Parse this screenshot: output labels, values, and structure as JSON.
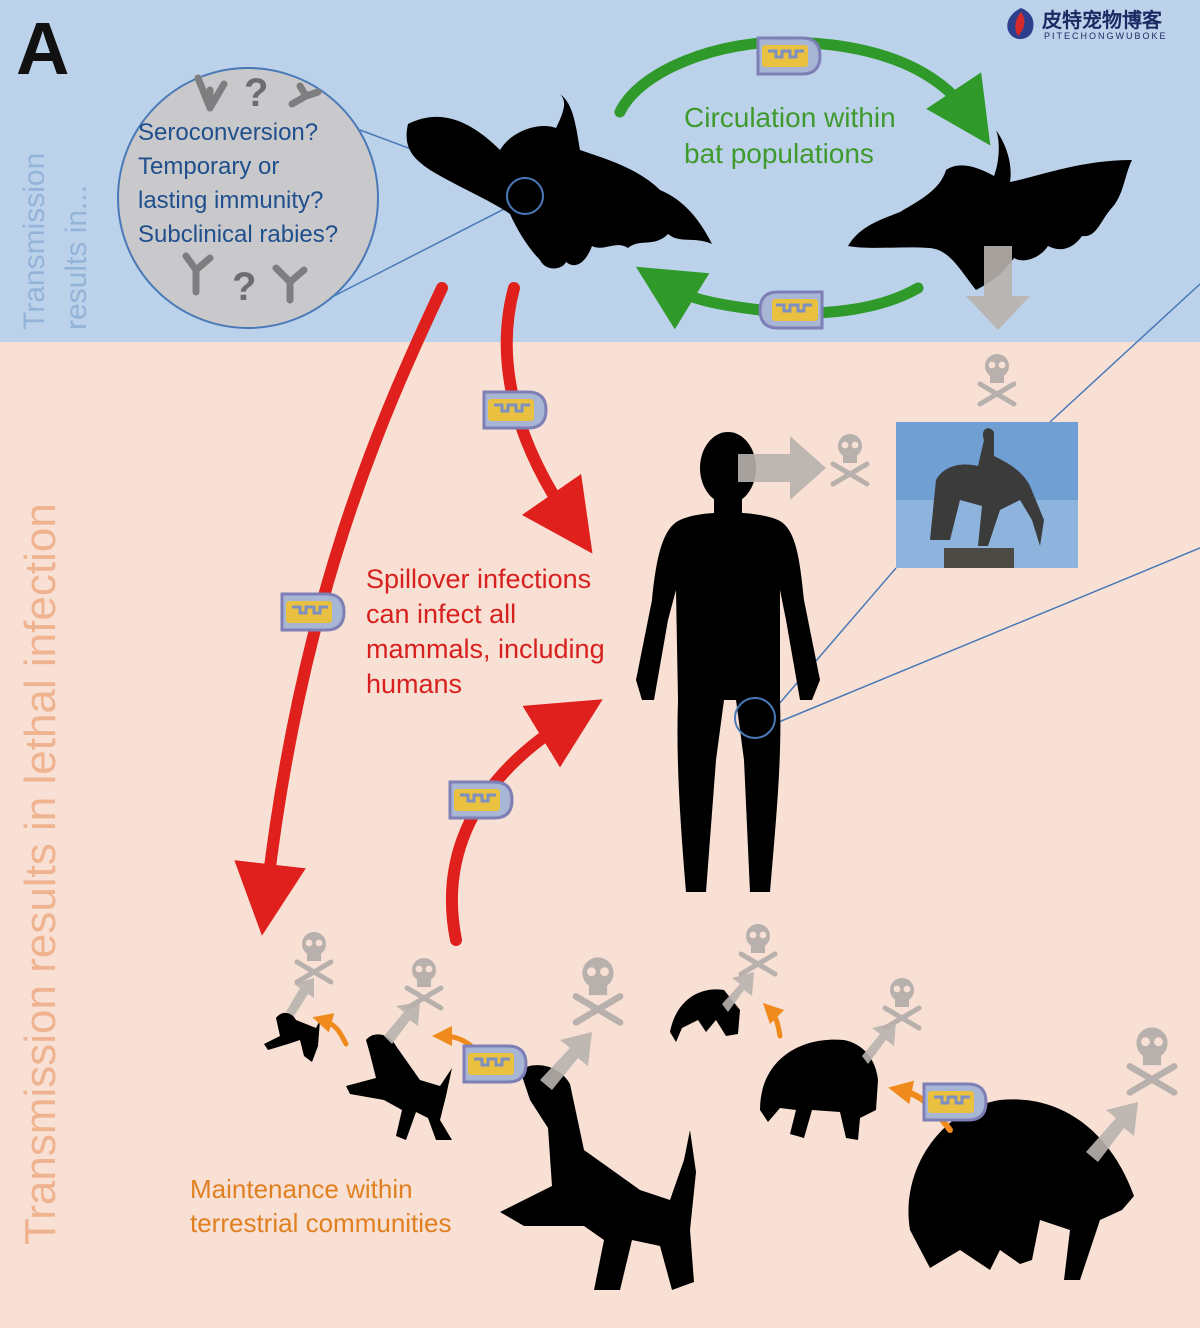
{
  "panel_label": "A",
  "watermark": {
    "title": "皮特宠物博客",
    "subtitle": "PITECHONGWUBOKE"
  },
  "side_labels": {
    "top_line1": "Transmission",
    "top_line2": "results in...",
    "bottom": "Transmission results in lethal infection"
  },
  "questions": [
    "Seroconversion?",
    "Temporary or",
    "lasting immunity?",
    "Subclinical rabies?"
  ],
  "green_label": [
    "Circulation within",
    "bat populations"
  ],
  "red_label": [
    "Spillover infections",
    "can infect all",
    "mammals, including",
    "humans"
  ],
  "orange_label": [
    "Maintenance within",
    "terrestrial communities"
  ],
  "colors": {
    "top_band": "#bcd2ea",
    "bottom_band": "#f8e0d4",
    "green_arrow": "#2f9a2a",
    "red_arrow": "#e0201c",
    "orange_arrow": "#f08a1c",
    "gray_arrow": "#b8b2ae",
    "silhouette": "#000000"
  }
}
